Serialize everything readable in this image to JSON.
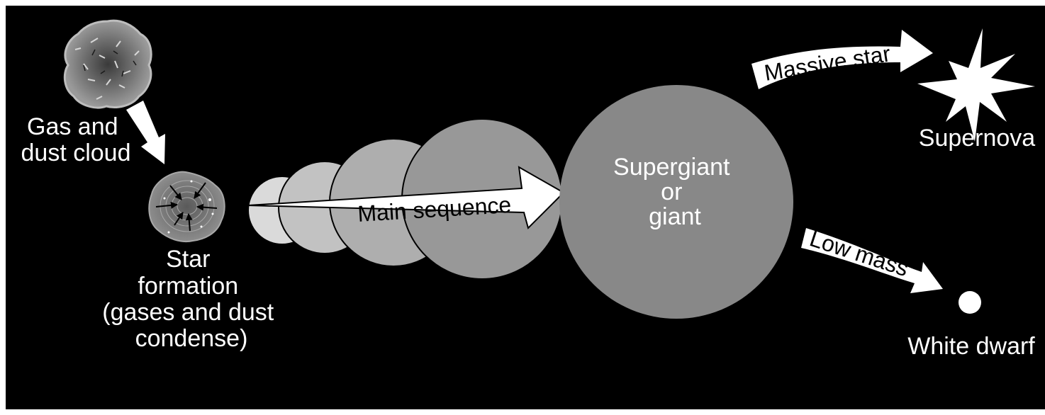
{
  "colors": {
    "background": "#000000",
    "canvas_margin": "#ffffff",
    "text": "#ffffff",
    "arrow_fill": "#ffffff",
    "arrow_text": "#000000",
    "main_sequence_1": "#dadada",
    "main_sequence_2": "#c2c2c2",
    "main_sequence_3": "#aeaeae",
    "main_sequence_4": "#989898",
    "supergiant": "#888888"
  },
  "stages": {
    "gas_cloud": {
      "icon": "gas-dust-cloud",
      "lines": [
        "Gas and",
        "dust cloud"
      ]
    },
    "star_formation": {
      "icon": "condensing-cloud",
      "lines": [
        "Star",
        "formation",
        "(gases and dust",
        "condense)"
      ]
    },
    "main_sequence": {
      "label": "Main sequence"
    },
    "supergiant": {
      "lines": [
        "Supergiant",
        "or",
        "giant"
      ]
    },
    "supernova": {
      "icon": "starburst",
      "label": "Supernova"
    },
    "white_dwarf": {
      "icon": "small-circle",
      "label": "White dwarf"
    }
  },
  "branches": {
    "massive": {
      "label": "Massive star"
    },
    "low": {
      "label": "Low mass"
    }
  }
}
